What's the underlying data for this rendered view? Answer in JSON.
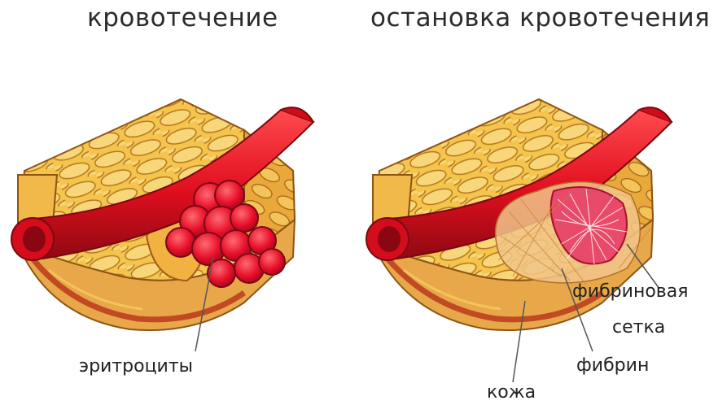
{
  "titles": {
    "bleeding": "кровотечение",
    "stop_bleeding": "остановка кровотечения"
  },
  "labels": {
    "erythrocytes": "эритроциты",
    "fibrin_net": "фибриновая",
    "fibrin_net_2": "сетка",
    "fibrin": "фибрин",
    "skin": "кожа"
  },
  "colors": {
    "tissue_fill": "#f3c24a",
    "tissue_light": "#f8dc86",
    "tissue_outline": "#a86a1a",
    "muscle": "#c24a24",
    "vessel": "#e3101e",
    "vessel_dark": "#9e0a14",
    "cell": "#ef2a3a",
    "mesh": "#e8a060"
  }
}
